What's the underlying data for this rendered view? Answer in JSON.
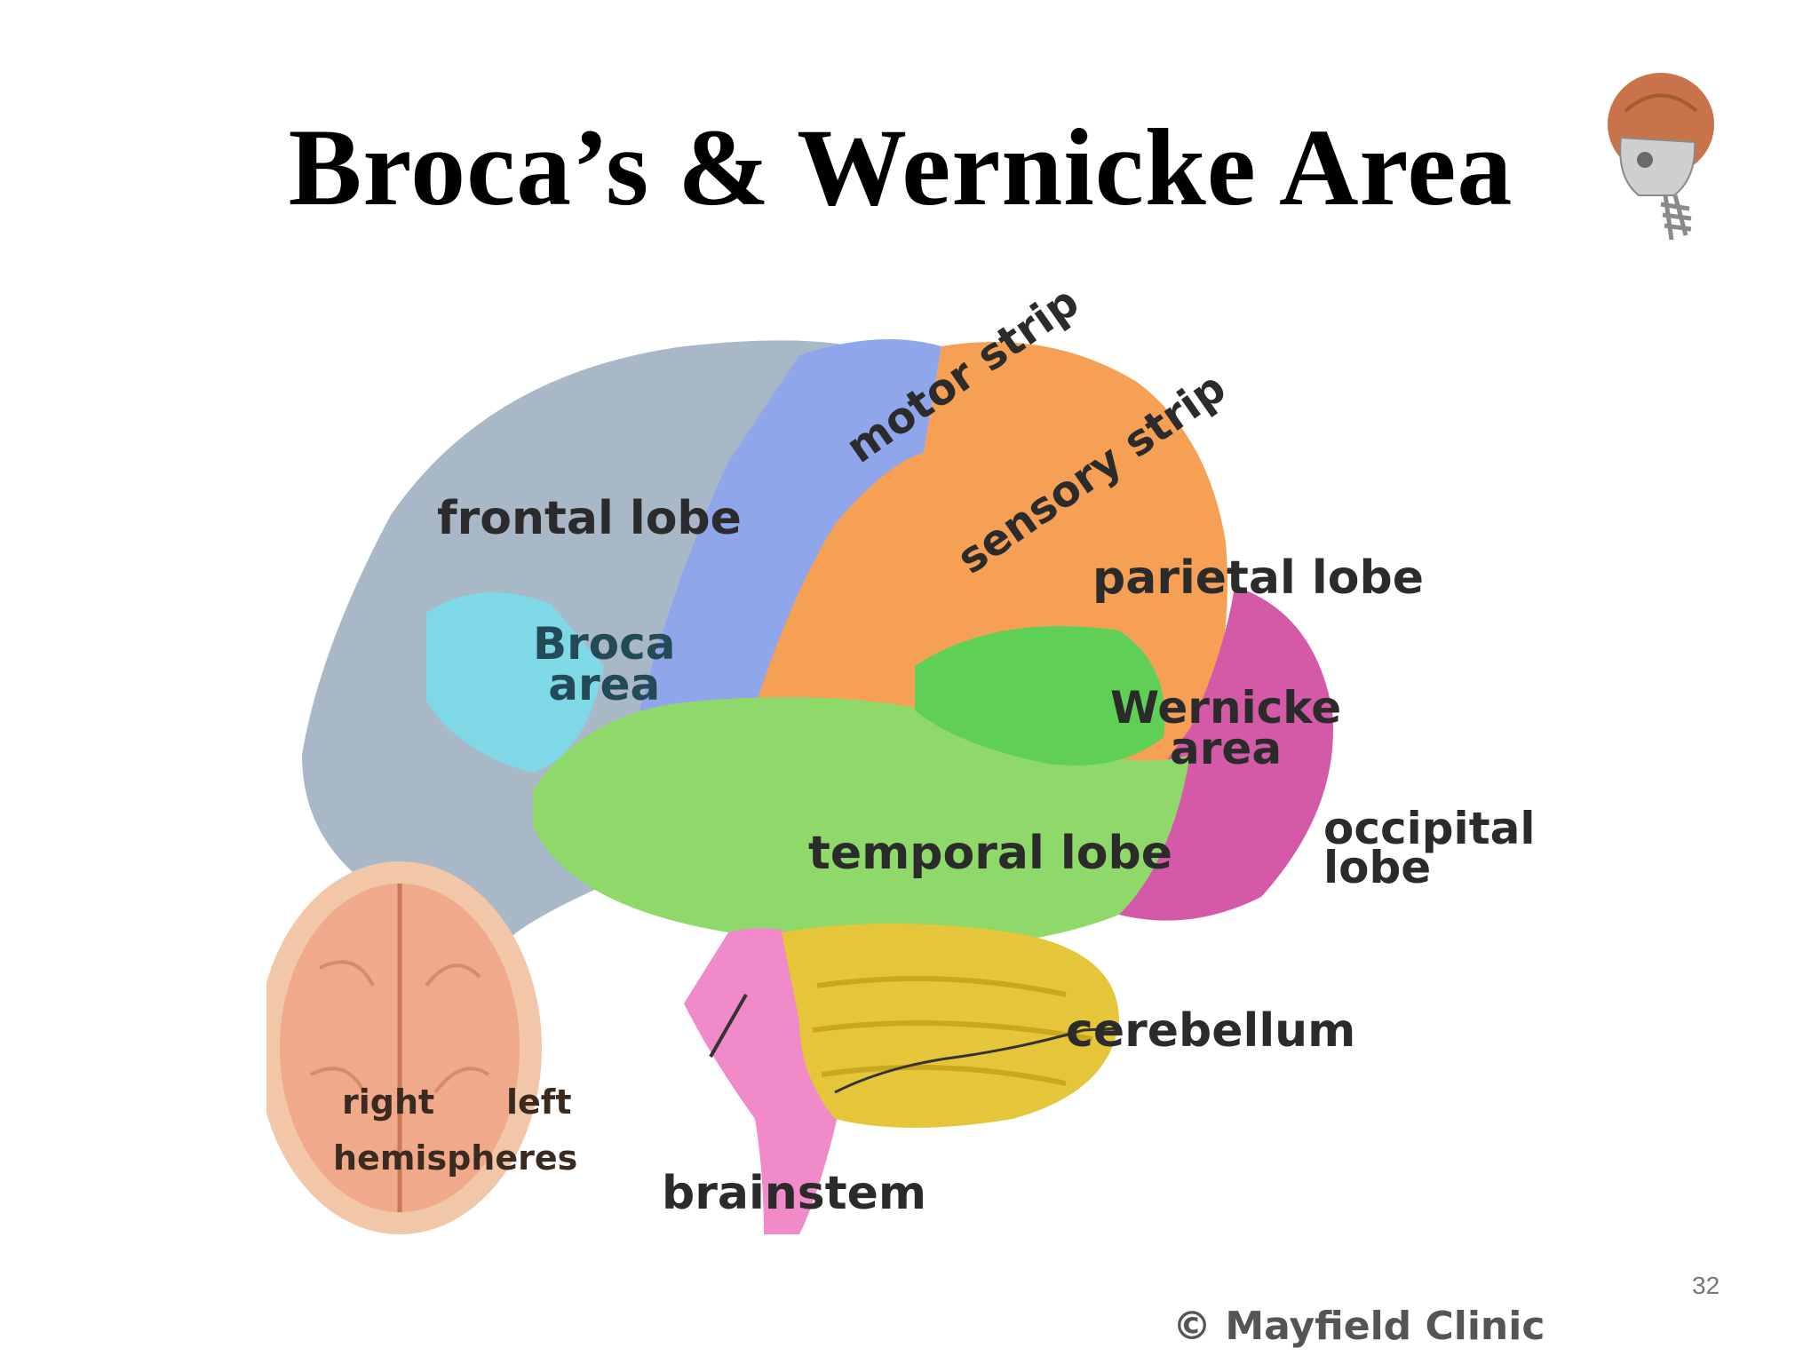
{
  "slide": {
    "title": "Broca’s & Wernicke Area",
    "page_number": "32",
    "copyright": "© Mayfield Clinic"
  },
  "labels": {
    "frontal": "frontal lobe",
    "motor": "motor strip",
    "sensory": "sensory strip",
    "parietal": "parietal lobe",
    "broca_1": "Broca",
    "broca_2": "area",
    "wernicke_1": "Wernicke",
    "wernicke_2": "area",
    "temporal": "temporal lobe",
    "occipital_1": "occipital",
    "occipital_2": "lobe",
    "cerebellum": "cerebellum",
    "brainstem": "brainstem",
    "right": "right",
    "left": "left",
    "hemispheres": "hemispheres"
  },
  "colors": {
    "frontal": "#a9b8c6",
    "motor": "#8fa6ea",
    "sensory_parietal": "#f5a055",
    "broca": "#7fd8e6",
    "temporal": "#8fd86a",
    "wernicke": "#5fcf55",
    "occipital": "#d45aa8",
    "cerebellum": "#e5c63a",
    "brainstem": "#f08ac8",
    "hemispheres": "#f0a98a"
  }
}
